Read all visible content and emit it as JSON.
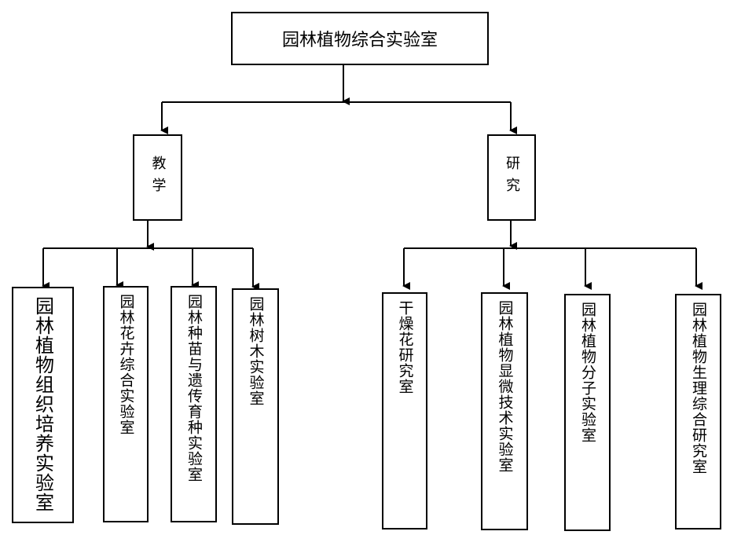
{
  "root": {
    "label": "园林植物综合实验室"
  },
  "categories": [
    {
      "label": "教学",
      "labs": [
        "园林植物组织培养实验室",
        "园林花卉综合实验室",
        "园林种苗与遗传育种实验室",
        "园林树木实验室"
      ]
    },
    {
      "label": "研究",
      "labs": [
        "干燥花研究室",
        "园林植物显微技术实验室",
        "园林植物分子实验室",
        "园林植物生理综合研究室"
      ]
    }
  ]
}
